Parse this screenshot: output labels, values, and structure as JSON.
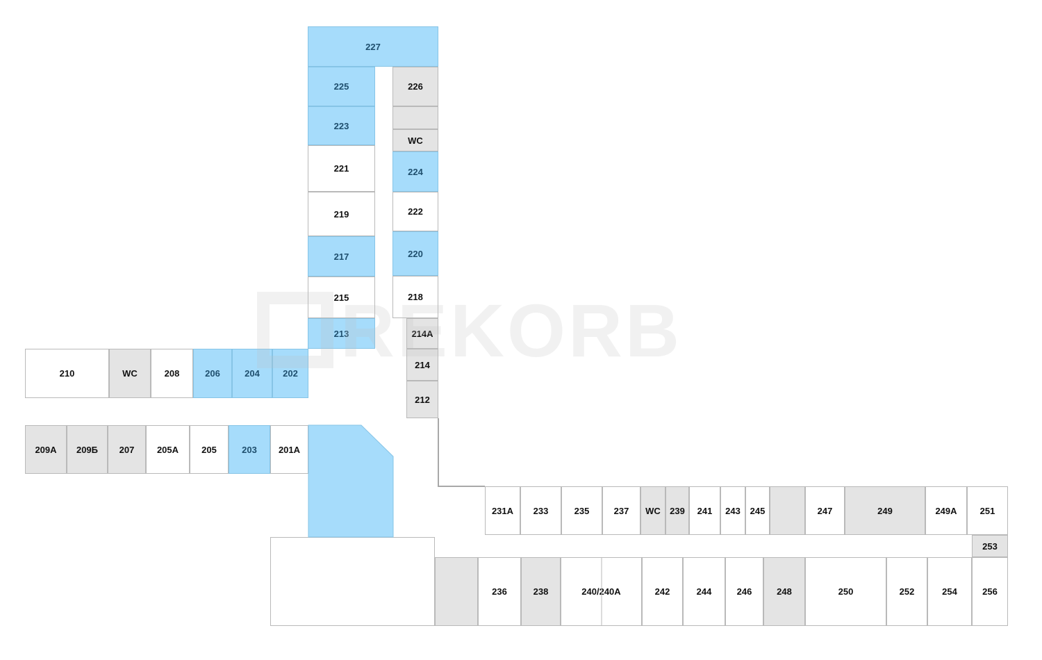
{
  "floor_plan": {
    "watermark": "REKORB",
    "colors": {
      "available": "#a6dcfb",
      "service": "#e4e4e4",
      "occupied": "#ffffff"
    },
    "rooms": {
      "r227": {
        "label": "227",
        "status": "available"
      },
      "r225": {
        "label": "225",
        "status": "available"
      },
      "r223": {
        "label": "223",
        "status": "available"
      },
      "r221": {
        "label": "221",
        "status": "occupied"
      },
      "r219": {
        "label": "219",
        "status": "occupied"
      },
      "r217": {
        "label": "217",
        "status": "available"
      },
      "r215": {
        "label": "215",
        "status": "occupied"
      },
      "r213": {
        "label": "213",
        "status": "available"
      },
      "r226": {
        "label": "226",
        "status": "service"
      },
      "r226b": {
        "label": "",
        "status": "service"
      },
      "wc_top": {
        "label": "WC",
        "status": "service"
      },
      "r224": {
        "label": "224",
        "status": "available"
      },
      "r222": {
        "label": "222",
        "status": "occupied"
      },
      "r220": {
        "label": "220",
        "status": "available"
      },
      "r218": {
        "label": "218",
        "status": "occupied"
      },
      "r214a": {
        "label": "214А",
        "status": "service"
      },
      "r214": {
        "label": "214",
        "status": "service"
      },
      "r212": {
        "label": "212",
        "status": "service"
      },
      "r210": {
        "label": "210",
        "status": "occupied"
      },
      "wc_left": {
        "label": "WC",
        "status": "service"
      },
      "r208": {
        "label": "208",
        "status": "occupied"
      },
      "r206": {
        "label": "206",
        "status": "available"
      },
      "r204": {
        "label": "204",
        "status": "available"
      },
      "r202": {
        "label": "202",
        "status": "available"
      },
      "r209a": {
        "label": "209А",
        "status": "service"
      },
      "r209b": {
        "label": "209Б",
        "status": "service"
      },
      "r207": {
        "label": "207",
        "status": "service"
      },
      "r205a": {
        "label": "205А",
        "status": "occupied"
      },
      "r205": {
        "label": "205",
        "status": "occupied"
      },
      "r203": {
        "label": "203",
        "status": "available"
      },
      "r201a": {
        "label": "201А",
        "status": "occupied"
      },
      "hall": {
        "label": "",
        "status": "available"
      },
      "r231a": {
        "label": "231А",
        "status": "occupied"
      },
      "r233": {
        "label": "233",
        "status": "occupied"
      },
      "r235": {
        "label": "235",
        "status": "occupied"
      },
      "r237": {
        "label": "237",
        "status": "occupied"
      },
      "wc_right": {
        "label": "WC",
        "status": "service"
      },
      "r239": {
        "label": "239",
        "status": "service"
      },
      "r241": {
        "label": "241",
        "status": "occupied"
      },
      "r243": {
        "label": "243",
        "status": "occupied"
      },
      "r245": {
        "label": "245",
        "status": "occupied"
      },
      "r_blank1": {
        "label": "",
        "status": "service"
      },
      "r247": {
        "label": "247",
        "status": "occupied"
      },
      "r249": {
        "label": "249",
        "status": "service"
      },
      "r249a": {
        "label": "249А",
        "status": "occupied"
      },
      "r251": {
        "label": "251",
        "status": "occupied"
      },
      "r253": {
        "label": "253",
        "status": "service"
      },
      "r_big": {
        "label": "",
        "status": "occupied"
      },
      "r_blank2": {
        "label": "",
        "status": "service"
      },
      "r236": {
        "label": "236",
        "status": "occupied"
      },
      "r238": {
        "label": "238",
        "status": "service"
      },
      "r240": {
        "label": "240/240А",
        "status": "occupied"
      },
      "r242": {
        "label": "242",
        "status": "occupied"
      },
      "r244": {
        "label": "244",
        "status": "occupied"
      },
      "r246": {
        "label": "246",
        "status": "occupied"
      },
      "r248": {
        "label": "248",
        "status": "service"
      },
      "r250": {
        "label": "250",
        "status": "occupied"
      },
      "r252": {
        "label": "252",
        "status": "occupied"
      },
      "r254": {
        "label": "254",
        "status": "occupied"
      },
      "r256": {
        "label": "256",
        "status": "occupied"
      }
    }
  }
}
